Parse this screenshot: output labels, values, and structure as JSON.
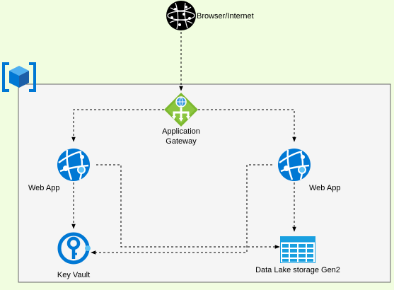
{
  "nodes": {
    "browser": {
      "label": "Browser/Internet",
      "icon": "globe-icon"
    },
    "gateway": {
      "label_line1": "Application",
      "label_line2": "Gateway",
      "icon": "application-gateway-icon"
    },
    "webapp_left": {
      "label": "Web App",
      "icon": "web-app-icon"
    },
    "webapp_right": {
      "label": "Web App",
      "icon": "web-app-icon"
    },
    "keyvault": {
      "label": "Key Vault",
      "icon": "key-vault-icon"
    },
    "datalake": {
      "label": "Data Lake storage Gen2",
      "icon": "data-lake-storage-icon"
    },
    "resource_group": {
      "icon": "resource-group-cube-icon"
    }
  },
  "colors": {
    "background": "#f1fde0",
    "container_fill": "#f5f5f5",
    "container_border": "#666666",
    "azure_blue": "#0078d4",
    "gateway_green": "#7cb82f",
    "connector": "#000000"
  }
}
